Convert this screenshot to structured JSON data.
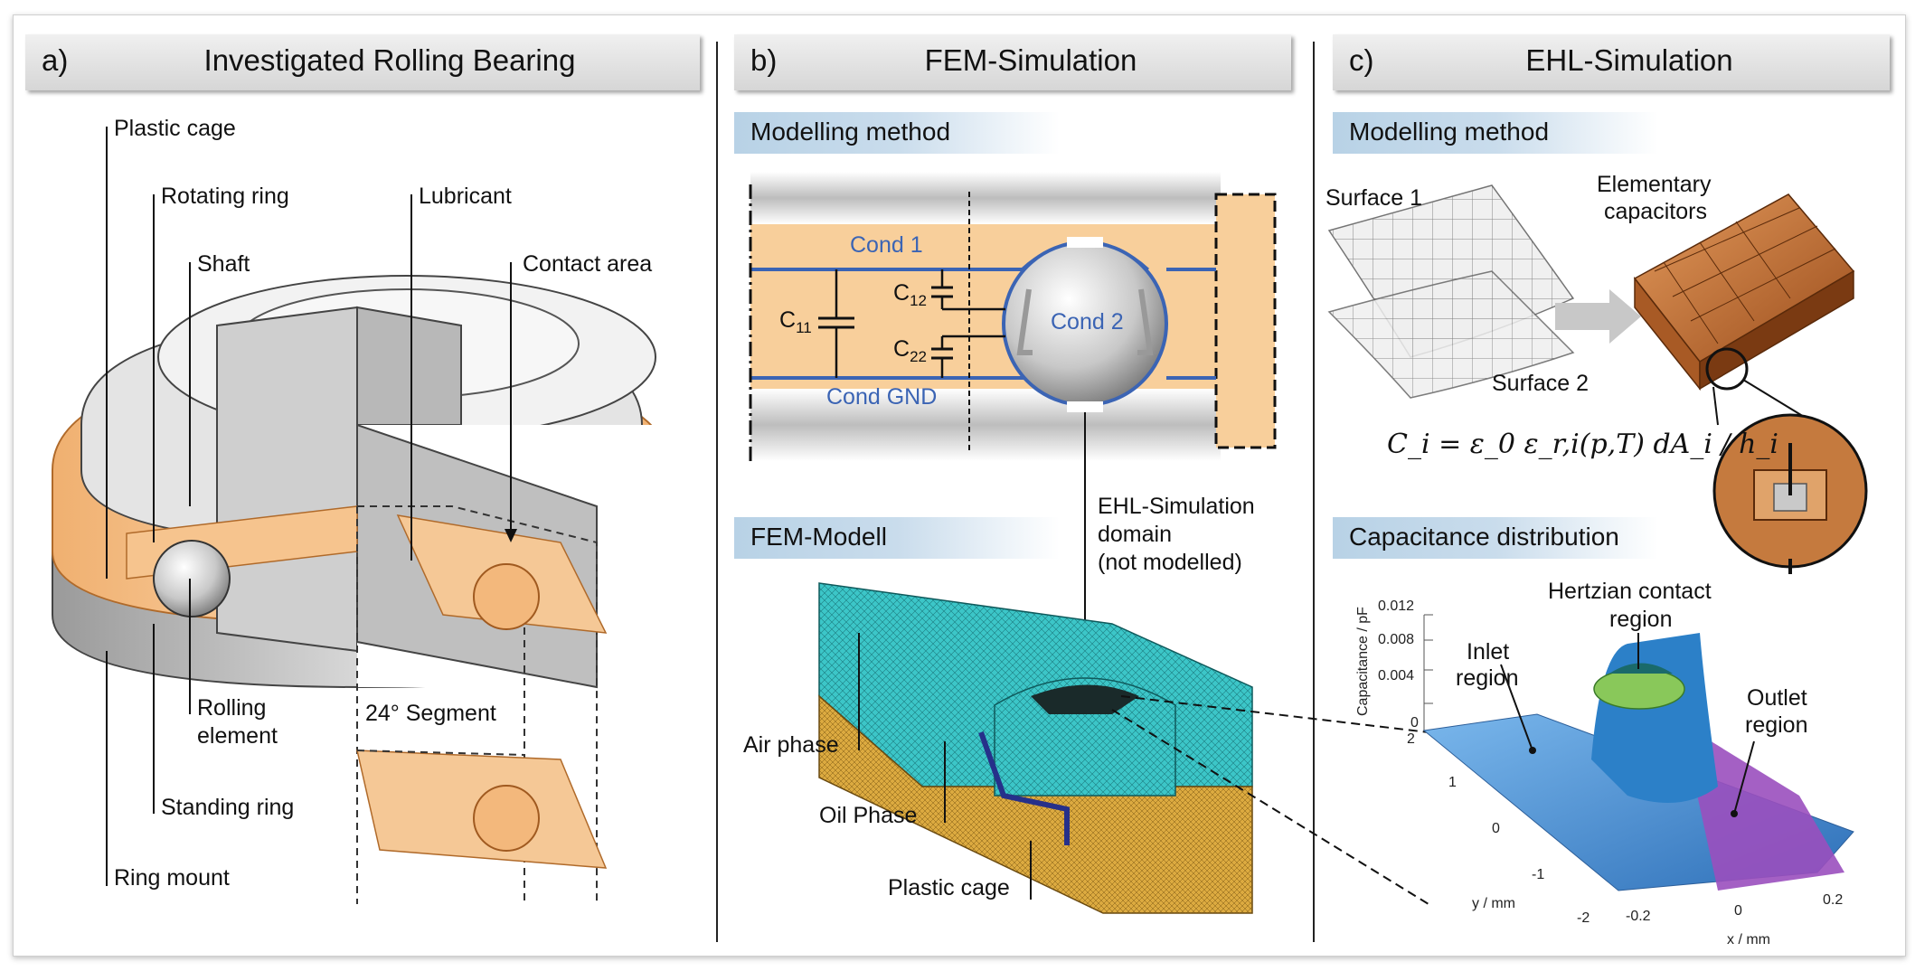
{
  "panels": {
    "a": {
      "letter": "a)",
      "title": "Investigated Rolling Bearing"
    },
    "b": {
      "letter": "b)",
      "title": "FEM-Simulation"
    },
    "c": {
      "letter": "c)",
      "title": "EHL-Simulation"
    }
  },
  "bearing": {
    "plastic_cage": "Plastic cage",
    "rotating_ring": "Rotating ring",
    "shaft": "Shaft",
    "lubricant": "Lubricant",
    "contact_area": "Contact area",
    "rolling_element_1": "Rolling",
    "rolling_element_2": "element",
    "segment": "24° Segment",
    "standing_ring": "Standing ring",
    "ring_mount": "Ring mount"
  },
  "fem": {
    "modelling_method": "Modelling method",
    "cond1": "Cond 1",
    "cond2": "Cond 2",
    "cond_gnd": "Cond GND",
    "c11": "C",
    "c11_sub": "11",
    "c12": "C",
    "c12_sub": "12",
    "c22": "C",
    "c22_sub": "22",
    "fem_modell": "FEM-Modell",
    "ehl_domain_1": "EHL-Simulation",
    "ehl_domain_2": "domain",
    "ehl_domain_3": "(not modelled)",
    "air_phase": "Air phase",
    "oil_phase": "Oil Phase",
    "plastic_cage": "Plastic cage"
  },
  "ehl": {
    "modelling_method": "Modelling method",
    "surface1": "Surface 1",
    "surface2": "Surface 2",
    "elementary_1": "Elementary",
    "elementary_2": "capacitors",
    "formula": "C_i = ε_0 ε_r,i(p,T) dA_i / h_i",
    "capacitance_distribution": "Capacitance distribution",
    "hertzian_1": "Hertzian contact",
    "hertzian_2": "region",
    "inlet_1": "Inlet",
    "inlet_2": "region",
    "outlet_1": "Outlet",
    "outlet_2": "region",
    "z_axis_label": "Capacitance / pF",
    "y_axis_label": "y / mm",
    "x_axis_label": "x / mm",
    "z_ticks": [
      "0.012",
      "0.008",
      "0.004",
      "0"
    ],
    "y_ticks": [
      "2",
      "1",
      "0",
      "-1",
      "-2"
    ],
    "x_ticks": [
      "-0.2",
      "0",
      "0.2"
    ]
  },
  "colors": {
    "lubricant_orange": "#f5c896",
    "conductor_blue": "#3b64b4",
    "mesh_cyan": "#36c2c6",
    "mesh_gold": "#d9a63a",
    "surface_blue": "#3a8ad6",
    "peak_green": "#8fd14a",
    "outlet_purple": "#a24fbf",
    "capacitor_copper": "#c46b2c"
  }
}
